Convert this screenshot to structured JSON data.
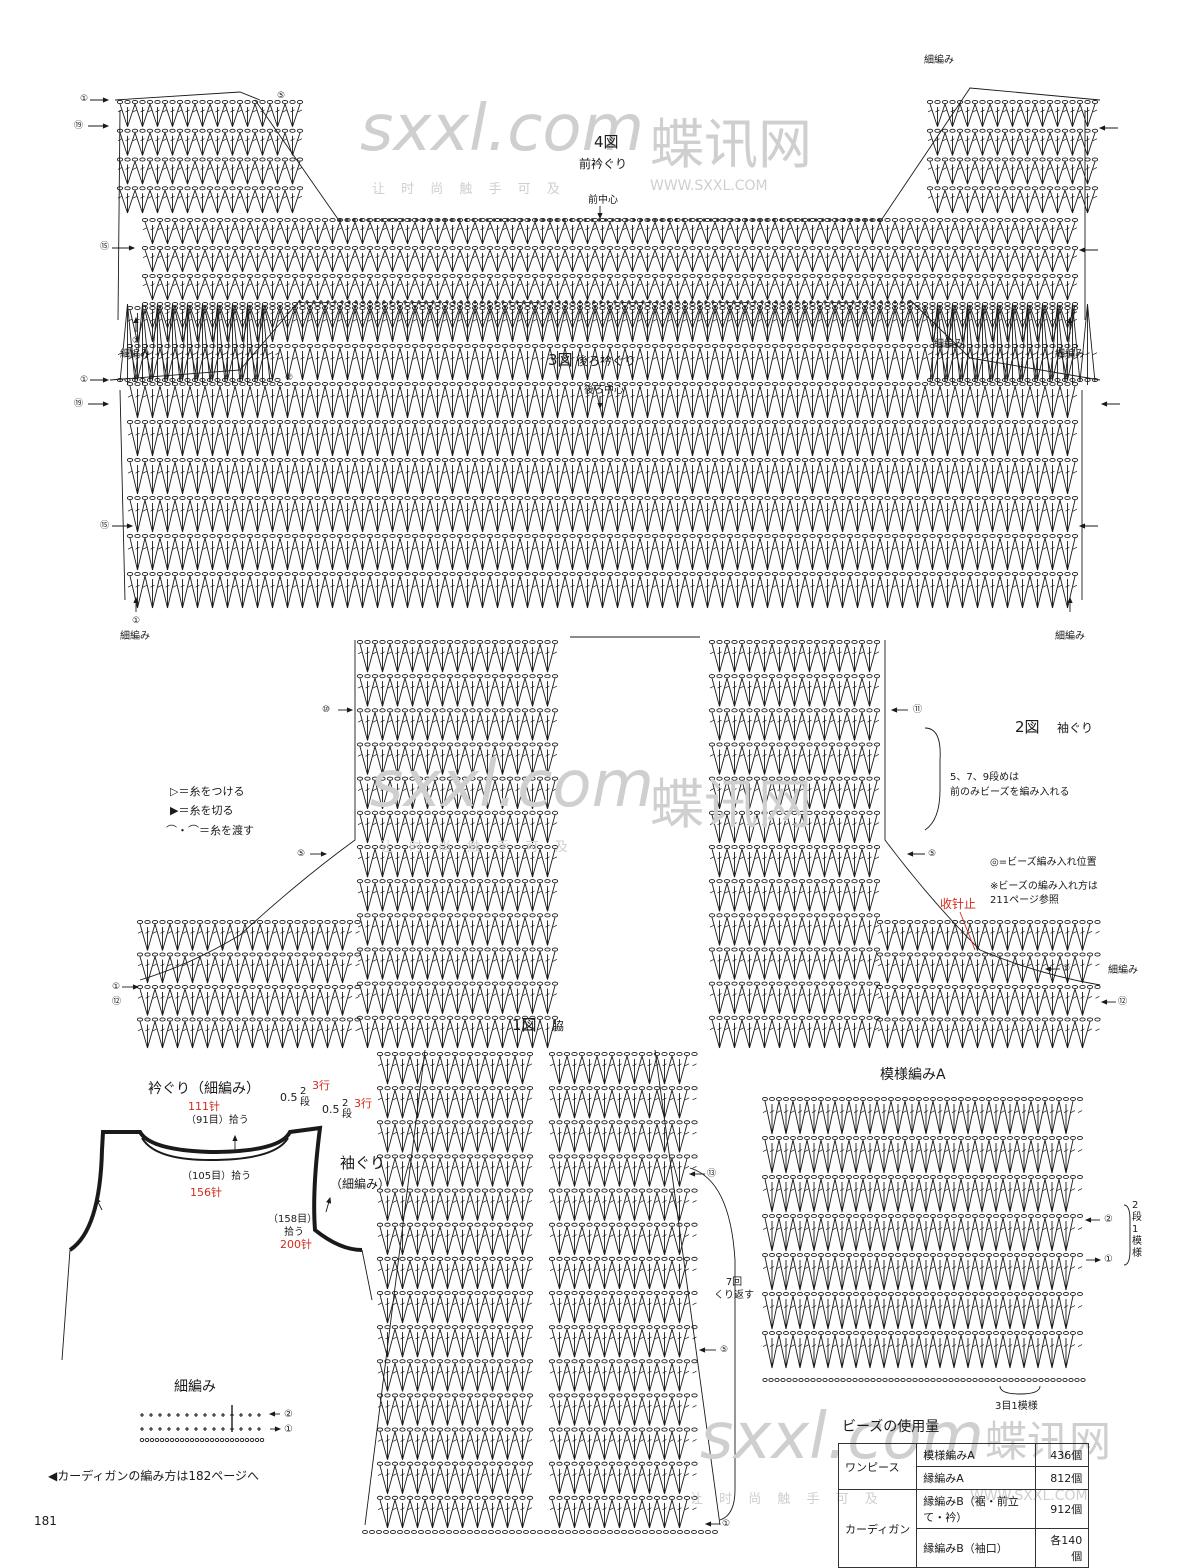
{
  "page_number": "181",
  "colors": {
    "ink": "#1a1a1a",
    "red_note": "#d42a1e",
    "watermark": "#cfcfcf"
  },
  "watermark": {
    "site": "sxxl.com",
    "cn_name": "蝶讯网",
    "slogan": "让 时 尚 触 手 可 及",
    "url": "WWW.SXXL.COM"
  },
  "fig4": {
    "title": "4図",
    "subtitle": "前衿ぐり",
    "center_label": "前中心",
    "start_label": "細編み",
    "end_left": "細編み",
    "end_right": "細編み",
    "row_marks": [
      "①",
      "⑤",
      "⑲",
      "⑮",
      "①"
    ]
  },
  "fig3": {
    "title": "3図",
    "subtitle": "後ろ衿ぐり",
    "center_label": "後ろ中心",
    "start_label": "細編み",
    "end_left": "細編み",
    "end_right": "細編み",
    "row_marks": [
      "①",
      "②",
      "⑲",
      "⑮",
      "①"
    ]
  },
  "fig2": {
    "title": "2図",
    "subtitle": "袖ぐり",
    "bead_rows_note": "5、7、9段めは\n前のみビーズを編み入れる",
    "bead_position": "◎=ビーズ編み入れ位置",
    "bead_ref": "※ビーズの編み入れ方は\n211ページ参照",
    "red_note": "收针止",
    "end_label": "細編み",
    "row_marks": [
      "⑩",
      "⑤",
      "①",
      "⑫",
      "⑪",
      "⑤",
      "①",
      "⑫"
    ]
  },
  "legend": [
    {
      "symbol": "▷",
      "text": "＝糸をつける"
    },
    {
      "symbol": "▶",
      "text": "＝糸を切る"
    },
    {
      "symbol": "⌒・⌒",
      "text": "＝糸を渡す"
    }
  ],
  "fig1": {
    "title": "1図",
    "subtitle": "脇",
    "repeat_note": "7回\nくり返す",
    "row_marks": [
      "⑬",
      "⑤",
      "①"
    ]
  },
  "pattern_a": {
    "title": "模様編みA",
    "rows_note": "2段1模様",
    "stitch_note": "3目1模様",
    "row_marks": [
      "②",
      "①"
    ]
  },
  "schematic": {
    "neck_label": "衿ぐり（細編み）",
    "neck_red": "111针",
    "neck_pickup": "（91目）拾う",
    "height_a": "0.5",
    "rows_a": "2段",
    "rows_a_red": "3行",
    "height_b": "0.5",
    "rows_b": "2段",
    "rows_b_red": "3行",
    "front_pickup": "（105目）拾う",
    "front_red": "156针",
    "arm_label": "袖ぐり",
    "arm_sub": "（細編み）",
    "arm_pickup_a": "（158目）",
    "arm_pickup_b": "拾う",
    "arm_red": "200针"
  },
  "sc_chart": {
    "title": "細編み",
    "row_marks": [
      "②",
      "①"
    ]
  },
  "cardigan_note": "◀カーディガンの編み方は182ページへ",
  "beads_table": {
    "title": "ビーズの使用量",
    "rows": [
      {
        "group": "ワンピース",
        "item": "模様編みA",
        "count": "436個"
      },
      {
        "group": "",
        "item": "縁編みA",
        "count": "812個"
      },
      {
        "group": "カーディガン",
        "item": "縁編みB（裾・前立て・衿）",
        "count": "912個"
      },
      {
        "group": "",
        "item": "縁編みB（袖口）",
        "count": "各140個"
      }
    ]
  }
}
